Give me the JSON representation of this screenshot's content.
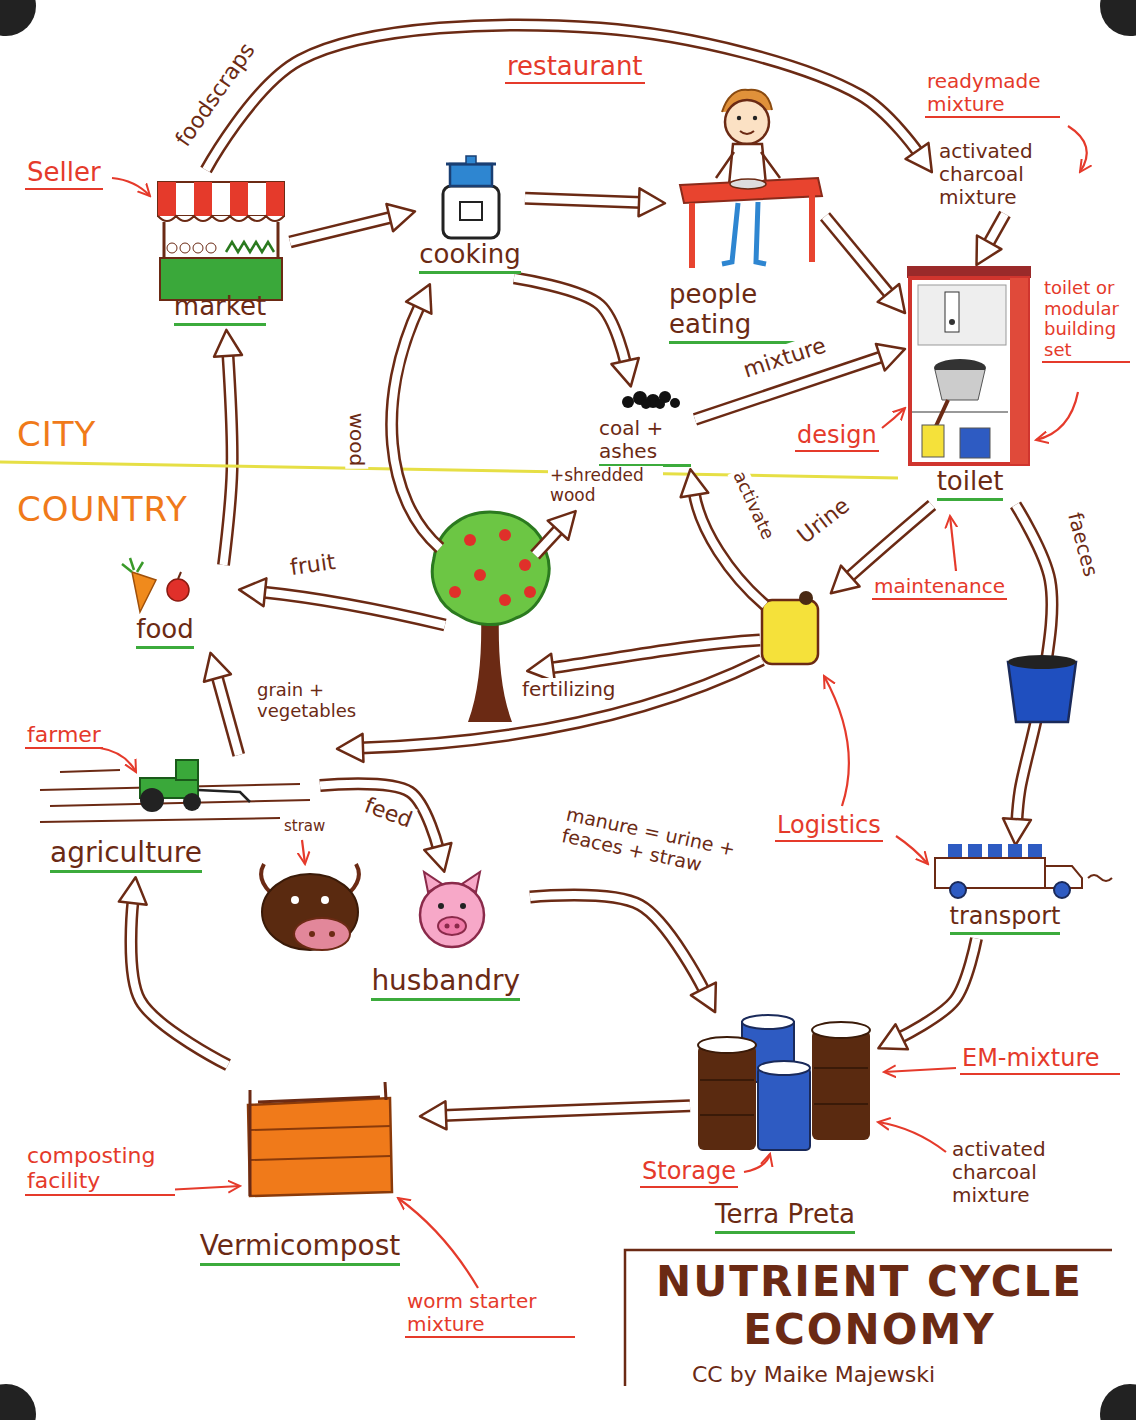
{
  "diagram": {
    "title": "NUTRIENT CYCLE ECONOMY",
    "nodes": [
      {
        "text": [
          "market"
        ]
      },
      {
        "text": [
          "cooking"
        ]
      },
      {
        "text": [
          "people eating"
        ]
      },
      {
        "text": [
          "activated charcoal mixture"
        ]
      },
      {
        "text": [
          "toilet"
        ]
      },
      {
        "text": [
          "coal + ashes"
        ]
      },
      {
        "text": [
          "food"
        ]
      },
      {
        "text": [
          "agriculture"
        ]
      },
      {
        "text": [
          "husbandry"
        ]
      },
      {
        "text": [
          "transport"
        ]
      },
      {
        "text": [
          "Terra Preta"
        ]
      },
      {
        "text": [
          "Vermicompost"
        ]
      }
    ],
    "edges": [
      {
        "from": 0,
        "to": 1,
        "arrow": "to"
      },
      {
        "from": 1,
        "to": 2,
        "arrow": "to"
      },
      {
        "from": 2,
        "to": 4,
        "arrow": "to"
      },
      {
        "from": 0,
        "to": 3,
        "label": "foodscraps",
        "arrow": "to"
      },
      {
        "from": 3,
        "to": 4,
        "arrow": "to"
      },
      {
        "from": 1,
        "to": 5,
        "arrow": "to"
      },
      {
        "from": 5,
        "to": 4,
        "label": "mixture",
        "arrow": "to"
      },
      {
        "from": 6,
        "to": 0,
        "arrow": "to"
      },
      {
        "from": 7,
        "to": 6,
        "label": "grain + vegetables",
        "arrow": "to"
      },
      {
        "from": 7,
        "to": 8,
        "label": "feed",
        "arrow": "to"
      },
      {
        "from": 8,
        "to": 10,
        "label": "manure = urine + feaces + straw",
        "arrow": "to"
      },
      {
        "from": 4,
        "to": 9,
        "label": "faeces",
        "arrow": "to"
      },
      {
        "from": 9,
        "to": 10,
        "arrow": "to"
      },
      {
        "from": 10,
        "to": 11,
        "arrow": "to"
      },
      {
        "from": 11,
        "to": 7,
        "arrow": "to"
      }
    ],
    "labels": [
      "restaurant",
      "Seller",
      "readymade mixture",
      "toilet or modular building set",
      "design",
      "CITY",
      "COUNTRY",
      "+shredded wood",
      "wood",
      "activate",
      "Urine",
      "maintenance",
      "fruit",
      "fertilizing",
      "farmer",
      "straw",
      "Logistics",
      "EM-mixture",
      "activated charcoal mixture",
      "Storage",
      "composting facility",
      "worm starter mixture",
      "CC by Maike Majewski"
    ]
  }
}
